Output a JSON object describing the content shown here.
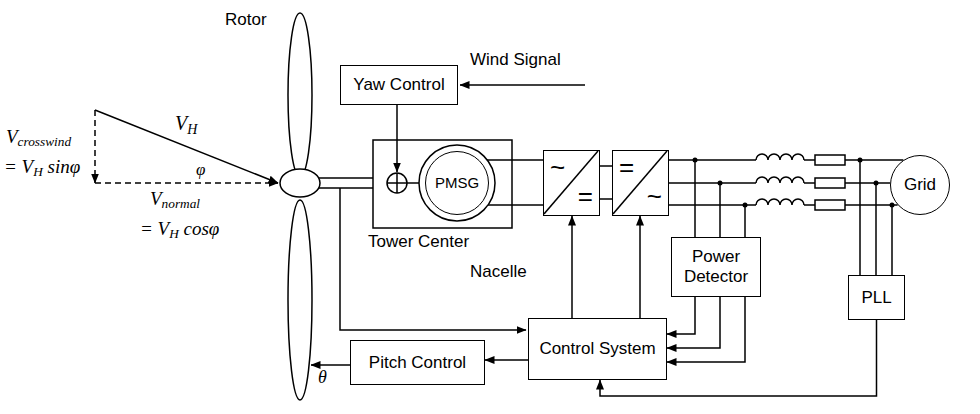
{
  "diagram": {
    "nodes": [
      {
        "text": [
          "Yaw Control"
        ]
      },
      {
        "text": [
          "PMSG"
        ]
      },
      {
        "text": [
          "~",
          "="
        ]
      },
      {
        "text": [
          "=",
          "~"
        ]
      },
      {
        "text": [
          "Power Detector"
        ]
      },
      {
        "text": [
          "PLL"
        ]
      },
      {
        "text": [
          "Grid"
        ]
      },
      {
        "text": [
          "Control System"
        ]
      },
      {
        "text": [
          "Pitch Control"
        ]
      }
    ],
    "edges": [
      {
        "from": 1,
        "to": 2,
        "arrow": "none"
      },
      {
        "from": 2,
        "to": 3,
        "arrow": "none"
      },
      {
        "from": 3,
        "to": 6,
        "arrow": "none"
      },
      {
        "from": 4,
        "to": 7,
        "arrow": "to"
      },
      {
        "from": 5,
        "to": 7,
        "arrow": "to"
      },
      {
        "from": 7,
        "to": 2,
        "arrow": "to"
      },
      {
        "from": 7,
        "to": 3,
        "arrow": "to"
      },
      {
        "from": 7,
        "to": 8,
        "arrow": "to"
      }
    ],
    "labels": [
      "Rotor",
      "Wind Signal",
      "Tower Center",
      "Nacelle",
      "VH",
      "φ",
      "Vcrosswind",
      "= VH sinφ",
      "Vnormal",
      "= VH cosφ",
      "θ"
    ]
  }
}
